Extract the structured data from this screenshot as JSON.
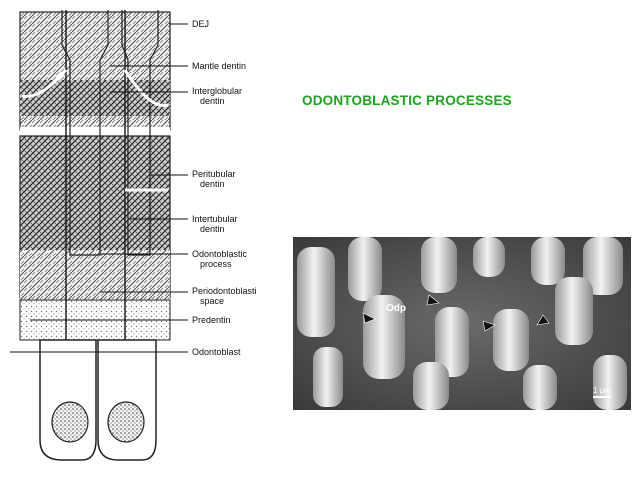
{
  "slide": {
    "title": "ODONTOBLASTIC PROCESSES",
    "title_color": "#1aa51a"
  },
  "diagram": {
    "labels": [
      "DEJ",
      "Mantle dentin",
      "Interglobular",
      "dentin",
      "Peritubular",
      "dentin",
      "Intertubular",
      "dentin",
      "Odontoblastic",
      "process",
      "Periodontoblasti",
      "space",
      "Predentin",
      "Odontoblast"
    ]
  },
  "micrograph": {
    "label": "Odp",
    "scale_bar": "1 μm"
  }
}
